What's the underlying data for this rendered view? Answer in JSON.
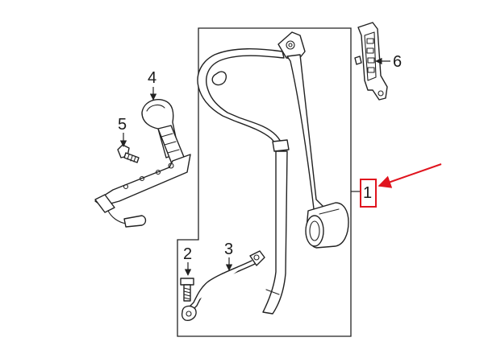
{
  "callouts": {
    "c1": "1",
    "c2": "2",
    "c3": "3",
    "c4": "4",
    "c5": "5",
    "c6": "6"
  },
  "highlight": {
    "target": "1",
    "color": "#e0141e"
  },
  "colors": {
    "line": "#222222",
    "background": "#ffffff"
  }
}
